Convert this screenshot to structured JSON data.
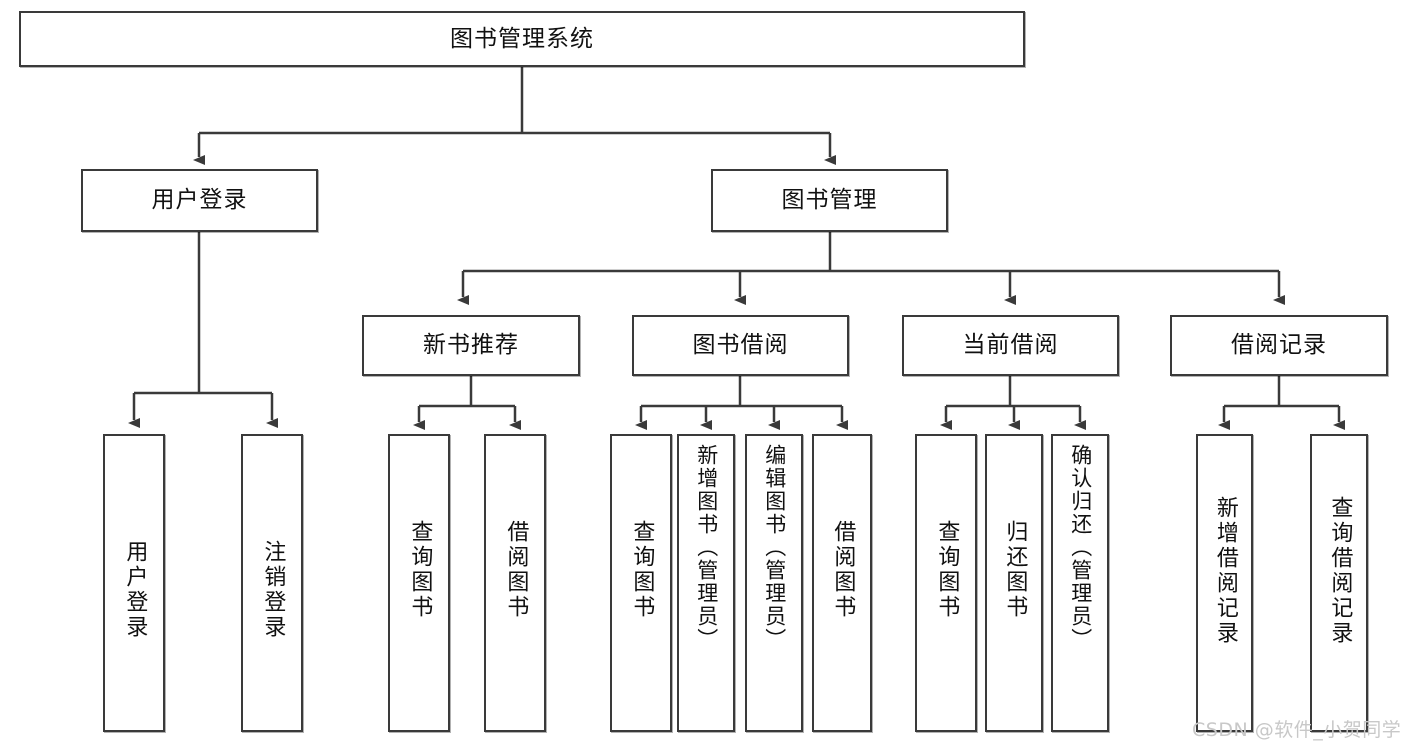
{
  "diagram": {
    "title": "图书管理系统",
    "type": "tree-hierarchy",
    "root": {
      "label": "图书管理系统"
    },
    "level2": [
      {
        "label": "用户登录"
      },
      {
        "label": "图书管理"
      }
    ],
    "level3": [
      {
        "label": "新书推荐"
      },
      {
        "label": "图书借阅"
      },
      {
        "label": "当前借阅"
      },
      {
        "label": "借阅记录"
      }
    ],
    "leaves": [
      {
        "label": "用户登录",
        "parent": "用户登录"
      },
      {
        "label": "注销登录",
        "parent": "用户登录"
      },
      {
        "label": "查询图书",
        "parent": "新书推荐"
      },
      {
        "label": "借阅图书",
        "parent": "新书推荐"
      },
      {
        "label": "查询图书",
        "parent": "图书借阅"
      },
      {
        "label": "新增图书（管理员）",
        "parent": "图书借阅"
      },
      {
        "label": "编辑图书（管理员）",
        "parent": "图书借阅"
      },
      {
        "label": "借阅图书",
        "parent": "图书借阅"
      },
      {
        "label": "查询图书",
        "parent": "当前借阅"
      },
      {
        "label": "归还图书",
        "parent": "当前借阅"
      },
      {
        "label": "确认归还（管理员）",
        "parent": "当前借阅"
      },
      {
        "label": "新增借阅记录",
        "parent": "借阅记录"
      },
      {
        "label": "查询借阅记录",
        "parent": "借阅记录"
      }
    ]
  },
  "watermark": {
    "text": "CSDN @软件_小贺同学"
  },
  "colors": {
    "stroke": "#3a3a3a",
    "fill": "#ffffff",
    "text": "#111111",
    "watermark": "#c8c8c8"
  }
}
